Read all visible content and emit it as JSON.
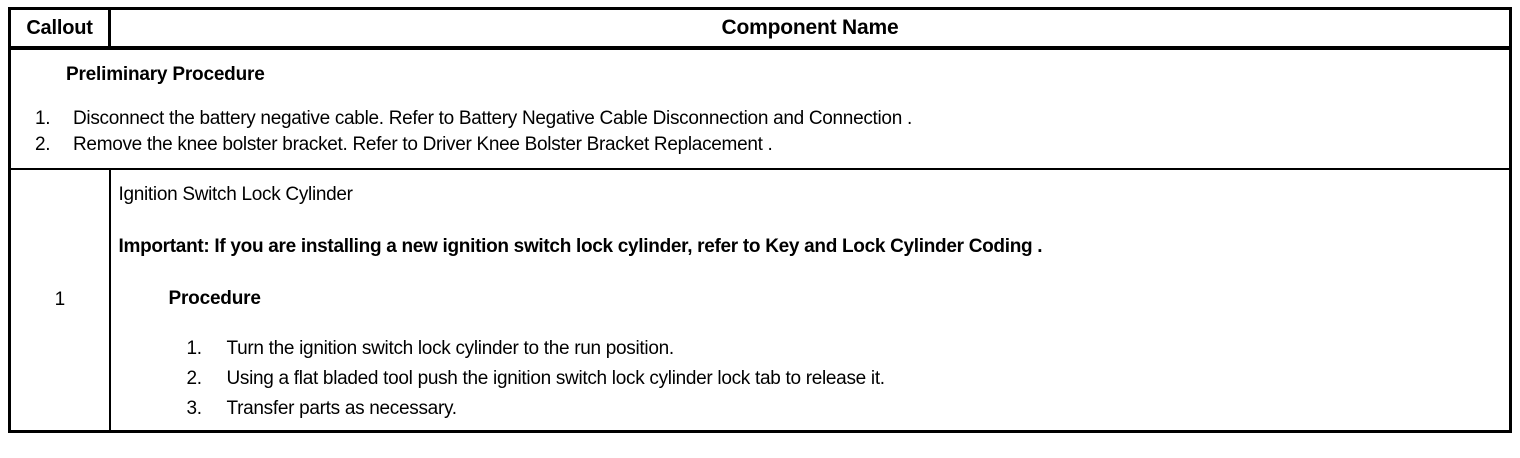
{
  "table": {
    "header": {
      "callout_label": "Callout",
      "component_label": "Component Name"
    },
    "preliminary": {
      "title": "Preliminary Procedure",
      "steps": [
        {
          "number": "1.",
          "text": "Disconnect the battery negative cable. Refer to Battery Negative Cable Disconnection and Connection ."
        },
        {
          "number": "2.",
          "text": "Remove the knee bolster bracket. Refer to Driver Knee Bolster Bracket Replacement ."
        }
      ]
    },
    "rows": [
      {
        "callout": "1",
        "component_title": "Ignition Switch Lock Cylinder",
        "important": "Important: If you are installing a new ignition switch lock cylinder, refer to Key and Lock Cylinder Coding .",
        "procedure_title": "Procedure",
        "steps": [
          {
            "number": "1.",
            "text": "Turn the ignition switch lock cylinder to the run position."
          },
          {
            "number": "2.",
            "text": "Using a flat bladed tool push the ignition switch lock cylinder lock tab to release it."
          },
          {
            "number": "3.",
            "text": "Transfer parts as necessary."
          }
        ]
      }
    ]
  }
}
